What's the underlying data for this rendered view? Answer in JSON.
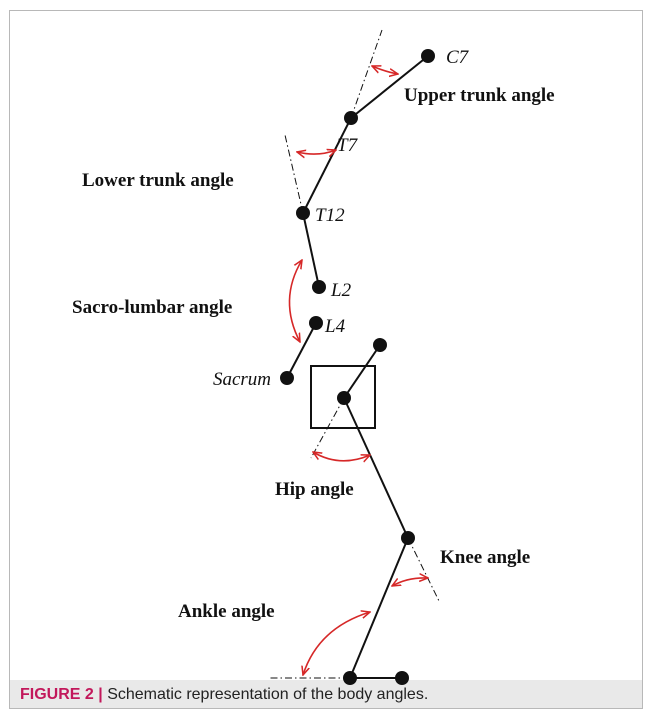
{
  "joints": {
    "c7": "C7",
    "t7": "T7",
    "t12": "T12",
    "l2": "L2",
    "l4": "L4",
    "sacrum": "Sacrum"
  },
  "angles": {
    "upper_trunk": "Upper trunk angle",
    "lower_trunk": "Lower trunk angle",
    "sacro_lumbar": "Sacro-lumbar angle",
    "hip": "Hip angle",
    "knee": "Knee angle",
    "ankle": "Ankle angle"
  },
  "caption": {
    "label": "FIGURE 2",
    "separator": "|",
    "text": "Schematic representation of the body angles."
  },
  "colors": {
    "segment": "#111111",
    "arrow": "#d62828",
    "caption_label": "#c2185b"
  }
}
